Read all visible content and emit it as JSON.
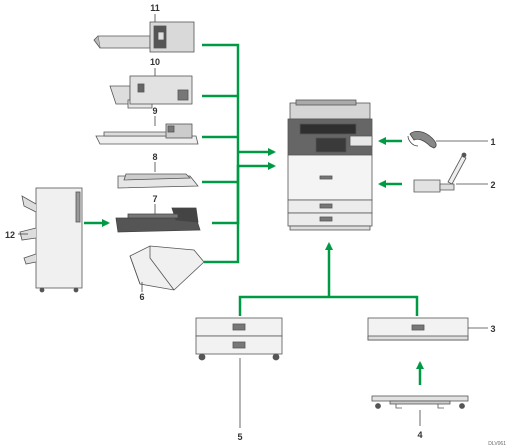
{
  "colors": {
    "arrow": "#009944",
    "device_stroke": "#555555",
    "device_fill": "#f2f2f2",
    "device_dark": "#444444"
  },
  "callouts": {
    "c1": "1",
    "c2": "2",
    "c3": "3",
    "c4": "4",
    "c5": "5",
    "c6": "6",
    "c7": "7",
    "c8": "8",
    "c9": "9",
    "c10": "10",
    "c11": "11",
    "c12": "12"
  },
  "figure_code": "DLV061",
  "components": [
    {
      "id": "main-unit",
      "icon": "multifunction-printer-icon"
    },
    {
      "id": "1",
      "icon": "handset-icon"
    },
    {
      "id": "2",
      "icon": "card-reader-icon"
    },
    {
      "id": "3",
      "icon": "paper-tray-unit-icon"
    },
    {
      "id": "4",
      "icon": "caster-table-icon"
    },
    {
      "id": "5",
      "icon": "two-tray-paper-feed-unit-icon"
    },
    {
      "id": "6",
      "icon": "output-tray-icon"
    },
    {
      "id": "7",
      "icon": "internal-tray-icon"
    },
    {
      "id": "8",
      "icon": "internal-shift-tray-icon"
    },
    {
      "id": "9",
      "icon": "bridge-unit-icon"
    },
    {
      "id": "10",
      "icon": "internal-finisher-icon"
    },
    {
      "id": "11",
      "icon": "booklet-finisher-icon"
    },
    {
      "id": "12",
      "icon": "external-finisher-icon"
    }
  ]
}
